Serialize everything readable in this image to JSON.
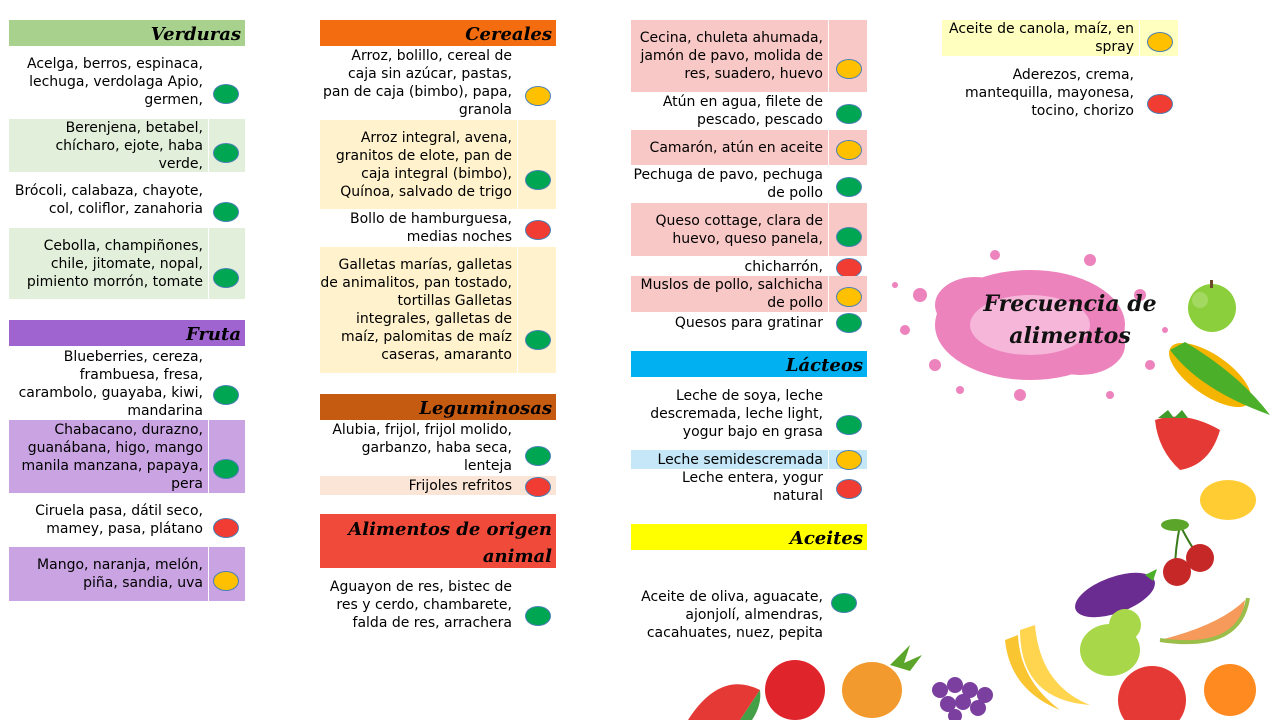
{
  "title": "Frecuencia de alimentos",
  "colors": {
    "green": "#00a651",
    "yellow": "#ffc000",
    "red": "#f03c32"
  },
  "sections": {
    "verduras": {
      "header": "Verduras",
      "rows": [
        {
          "text": "Acelga, berros, espinaca, lechuga, verdolaga Apio, germen,",
          "level": "green"
        },
        {
          "text": "Berenjena, betabel, chícharo, ejote, haba verde,",
          "level": "green"
        },
        {
          "text": "Brócoli, calabaza, chayote, col, coliflor, zanahoria",
          "level": "green"
        },
        {
          "text": "Cebolla, champiñones, chile, jitomate, nopal, pimiento morrón, tomate",
          "level": "green"
        }
      ]
    },
    "fruta": {
      "header": "Fruta",
      "rows": [
        {
          "text": "Blueberries, cereza, frambuesa, fresa, carambolo, guayaba, kiwi, mandarina",
          "level": "green"
        },
        {
          "text": "Chabacano, durazno, guanábana, higo, mango manila manzana, papaya, pera",
          "level": "green"
        },
        {
          "text": "Ciruela pasa, dátil seco, mamey, pasa, plátano",
          "level": "red"
        },
        {
          "text": "Mango, naranja, melón, piña, sandia, uva",
          "level": "yellow"
        }
      ]
    },
    "cereales": {
      "header": "Cereales",
      "rows": [
        {
          "text": "Arroz, bolillo, cereal de caja sin azúcar, pastas, pan de caja (bimbo), papa, granola",
          "level": "yellow"
        },
        {
          "text": "Arroz integral, avena, granitos de elote, pan de caja integral (bimbo), Quínoa, salvado de trigo",
          "level": "green"
        },
        {
          "text": "Bollo de hamburguesa, medias noches",
          "level": "red"
        },
        {
          "text": "Galletas marías, galletas de animalitos, pan tostado, tortillas Galletas integrales, galletas de maíz, palomitas de maíz caseras, amaranto",
          "level": "green"
        }
      ]
    },
    "leguminosas": {
      "header": "Leguminosas",
      "rows": [
        {
          "text": "Alubia, frijol, frijol molido, garbanzo, haba seca, lenteja",
          "level": "green"
        },
        {
          "text": "Frijoles refritos",
          "level": "red"
        }
      ]
    },
    "animal": {
      "header": "Alimentos de origen animal",
      "rows": [
        {
          "text": "Aguayon de res, bistec de res y cerdo, chambarete, falda de res, arrachera",
          "level": "green"
        }
      ]
    },
    "carnes": {
      "rows": [
        {
          "text": "Cecina, chuleta ahumada, jamón de pavo, molida de res, suadero, huevo",
          "level": "yellow"
        },
        {
          "text": "Atún en agua, filete de pescado, pescado",
          "level": "green"
        },
        {
          "text": "Camarón, atún en aceite",
          "level": "yellow"
        },
        {
          "text": "Pechuga de pavo, pechuga de pollo",
          "level": "green"
        },
        {
          "text": "Queso cottage, clara de huevo, queso panela,",
          "level": "green"
        },
        {
          "text": "chicharrón,",
          "level": "red"
        },
        {
          "text": "Muslos de pollo, salchicha de pollo",
          "level": "yellow"
        },
        {
          "text": "Quesos para gratinar",
          "level": "green"
        }
      ]
    },
    "lacteos": {
      "header": "Lácteos",
      "rows": [
        {
          "text": "Leche de soya, leche descremada, leche light, yogur bajo en grasa",
          "level": "green"
        },
        {
          "text": "Leche semidescremada",
          "level": "yellow"
        },
        {
          "text": "Leche entera, yogur natural",
          "level": "red"
        }
      ]
    },
    "aceites": {
      "header": "Aceites",
      "rows": [
        {
          "text": "Aceite de oliva, aguacate, ajonjolí, almendras, cacahuates, nuez, pepita",
          "level": "green"
        }
      ]
    },
    "grasas": {
      "rows": [
        {
          "text": "Aceite de canola, maíz, en spray",
          "level": "yellow"
        },
        {
          "text": "Aderezos, crema, mantequilla, mayonesa, tocino, chorizo",
          "level": "red"
        }
      ]
    }
  }
}
